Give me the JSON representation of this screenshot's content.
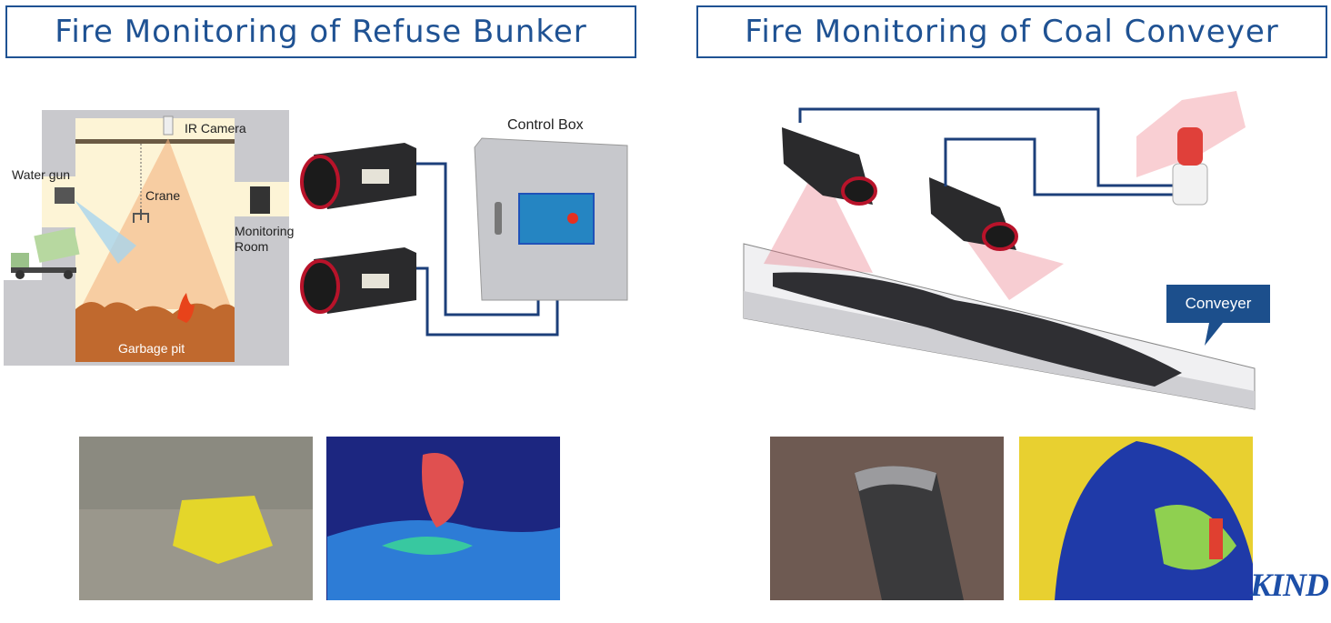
{
  "left_panel": {
    "title": "Fire Monitoring of Refuse Bunker",
    "labels": {
      "ir_camera": "IR Camera",
      "water_gun": "Water gun",
      "crane": "Crane",
      "monitoring_room": "Monitoring Room",
      "garbage_pit": "Garbage pit",
      "control_box": "Control Box"
    }
  },
  "right_panel": {
    "title": "Fire Monitoring of Coal Conveyer",
    "labels": {
      "conveyer": "Conveyer"
    }
  },
  "logo": "KIND",
  "colors": {
    "brand_blue": "#1f5293",
    "cable": "#1c3f7a",
    "pit": "#c0692e"
  }
}
